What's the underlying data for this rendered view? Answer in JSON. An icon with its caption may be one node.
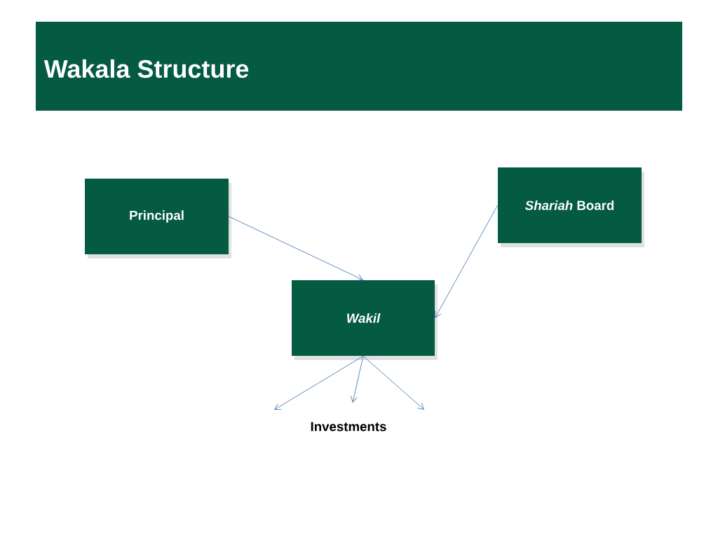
{
  "diagram": {
    "title": "Wakala Structure",
    "nodes": [
      {
        "text": [
          "Principal"
        ]
      },
      {
        "text": [
          "*Shariah* Board"
        ]
      },
      {
        "text": [
          "Wakil"
        ]
      },
      {
        "text": [
          "Investments"
        ]
      }
    ],
    "edges": [
      {
        "from": 0,
        "to": 2,
        "arrow": "to"
      },
      {
        "from": 1,
        "to": 2,
        "arrow": "to"
      },
      {
        "from": 2,
        "to": null,
        "arrow": "to"
      },
      {
        "from": 2,
        "to": 3,
        "arrow": "to"
      },
      {
        "from": 2,
        "to": null,
        "arrow": "to"
      }
    ]
  }
}
